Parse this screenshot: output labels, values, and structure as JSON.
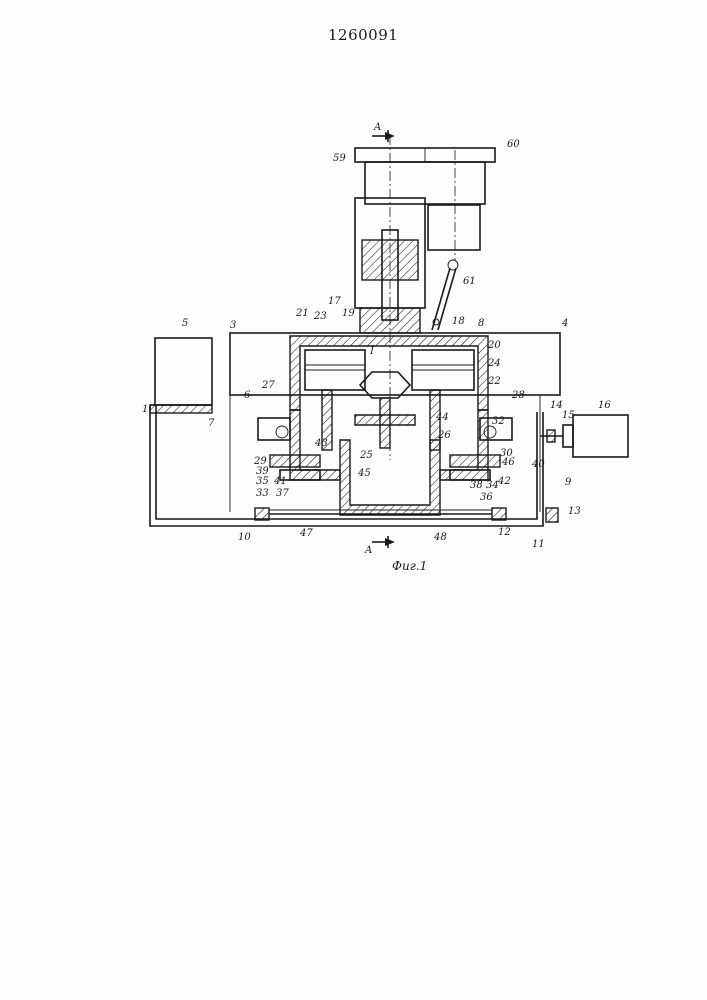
{
  "header": {
    "patent_number": "1260091"
  },
  "figure": {
    "caption": "Фиг.1",
    "section_mark": "A",
    "labels": [
      "1",
      "3",
      "4",
      "5",
      "6",
      "7",
      "8",
      "9",
      "10",
      "11",
      "12",
      "13",
      "14",
      "15",
      "16",
      "17",
      "18",
      "19",
      "20",
      "21",
      "22",
      "23",
      "24",
      "25",
      "26",
      "27",
      "28",
      "29",
      "30",
      "32",
      "33",
      "34",
      "35",
      "36",
      "37",
      "38",
      "39",
      "40",
      "41",
      "42",
      "43",
      "44",
      "45",
      "46",
      "47",
      "48",
      "59",
      "60",
      "61",
      "I"
    ]
  }
}
